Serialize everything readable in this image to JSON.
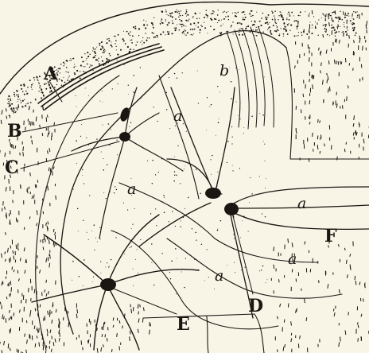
{
  "figure": {
    "ink_color": "#1a1612",
    "paper_color": "#f8f4e6",
    "labels": {
      "A": "A",
      "B": "B",
      "C": "C",
      "D": "D",
      "E": "E",
      "F": "F",
      "b": "b",
      "a1": "a",
      "a2": "a",
      "a3": "a",
      "a4": "a",
      "a5": "a"
    }
  }
}
